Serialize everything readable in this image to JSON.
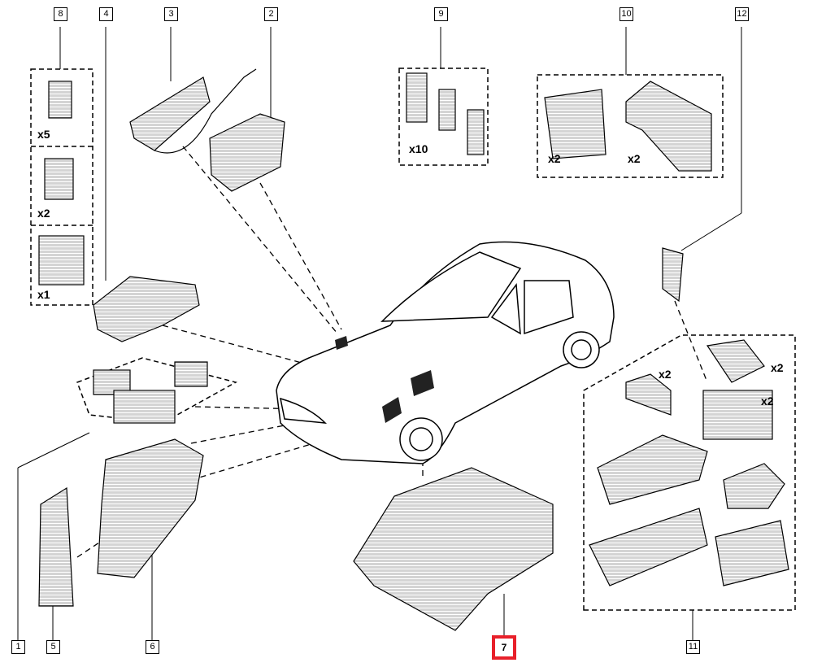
{
  "diagram": {
    "callouts": [
      "1",
      "2",
      "3",
      "4",
      "5",
      "6",
      "7",
      "8",
      "9",
      "10",
      "11",
      "12"
    ],
    "highlighted_callout": "7",
    "highlight_color": "#e8202a",
    "quantities": {
      "group8_a": "x5",
      "group8_b": "x2",
      "group8_c": "x1",
      "group9": "x10",
      "group10_a": "x2",
      "group10_b": "x2",
      "group11_a": "x2",
      "group11_b": "x2",
      "group11_c": "x2"
    }
  }
}
